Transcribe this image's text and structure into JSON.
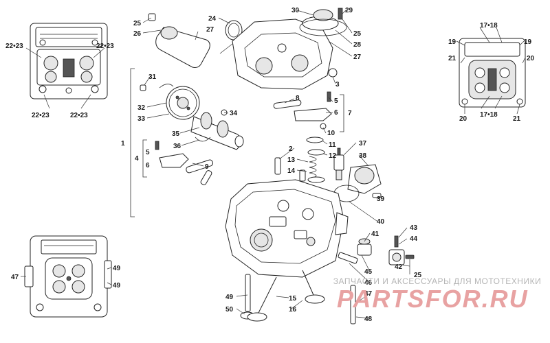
{
  "labels": {
    "l1": "1",
    "l2": "2",
    "l3": "3",
    "l4": "4",
    "l5a": "5",
    "l5b": "5",
    "l6a": "6",
    "l6b": "6",
    "l7": "7",
    "l8": "8",
    "l9": "9",
    "l10": "10",
    "l11": "11",
    "l12": "12",
    "l13": "13",
    "l14": "14",
    "l15": "15",
    "l16": "16",
    "l17_18a": "17•18",
    "l17_18b": "17•18",
    "l19a": "19",
    "l19b": "19",
    "l20a": "20",
    "l20b": "20",
    "l21a": "21",
    "l21b": "21",
    "l22_23a": "22•23",
    "l22_23b": "22•23",
    "l22_23c": "22•23",
    "l22_23d": "22•23",
    "l24": "24",
    "l25a": "25",
    "l25b": "25",
    "l25c": "25",
    "l26": "26",
    "l27a": "27",
    "l27b": "27",
    "l28": "28",
    "l29": "29",
    "l30": "30",
    "l31": "31",
    "l32": "32",
    "l33": "33",
    "l34": "34",
    "l35": "35",
    "l36": "36",
    "l37": "37",
    "l38": "38",
    "l39": "39",
    "l40": "40",
    "l41": "41",
    "l42": "42",
    "l43": "43",
    "l44": "44",
    "l45": "45",
    "l46": "46",
    "l47a": "47",
    "l47b": "47",
    "l48": "48",
    "l49a": "49",
    "l49b": "49",
    "l49c": "49",
    "l50": "50"
  },
  "watermark": {
    "caption": "ЗАПЧАСТИ И АКСЕССУАРЫ ДЛЯ МОТОТЕХНИКИ",
    "logo": "PARTSFOR.RU"
  },
  "colors": {
    "line": "#222222",
    "watermark_text": "#b5b5b5",
    "watermark_logo": "#e8a2a2"
  }
}
